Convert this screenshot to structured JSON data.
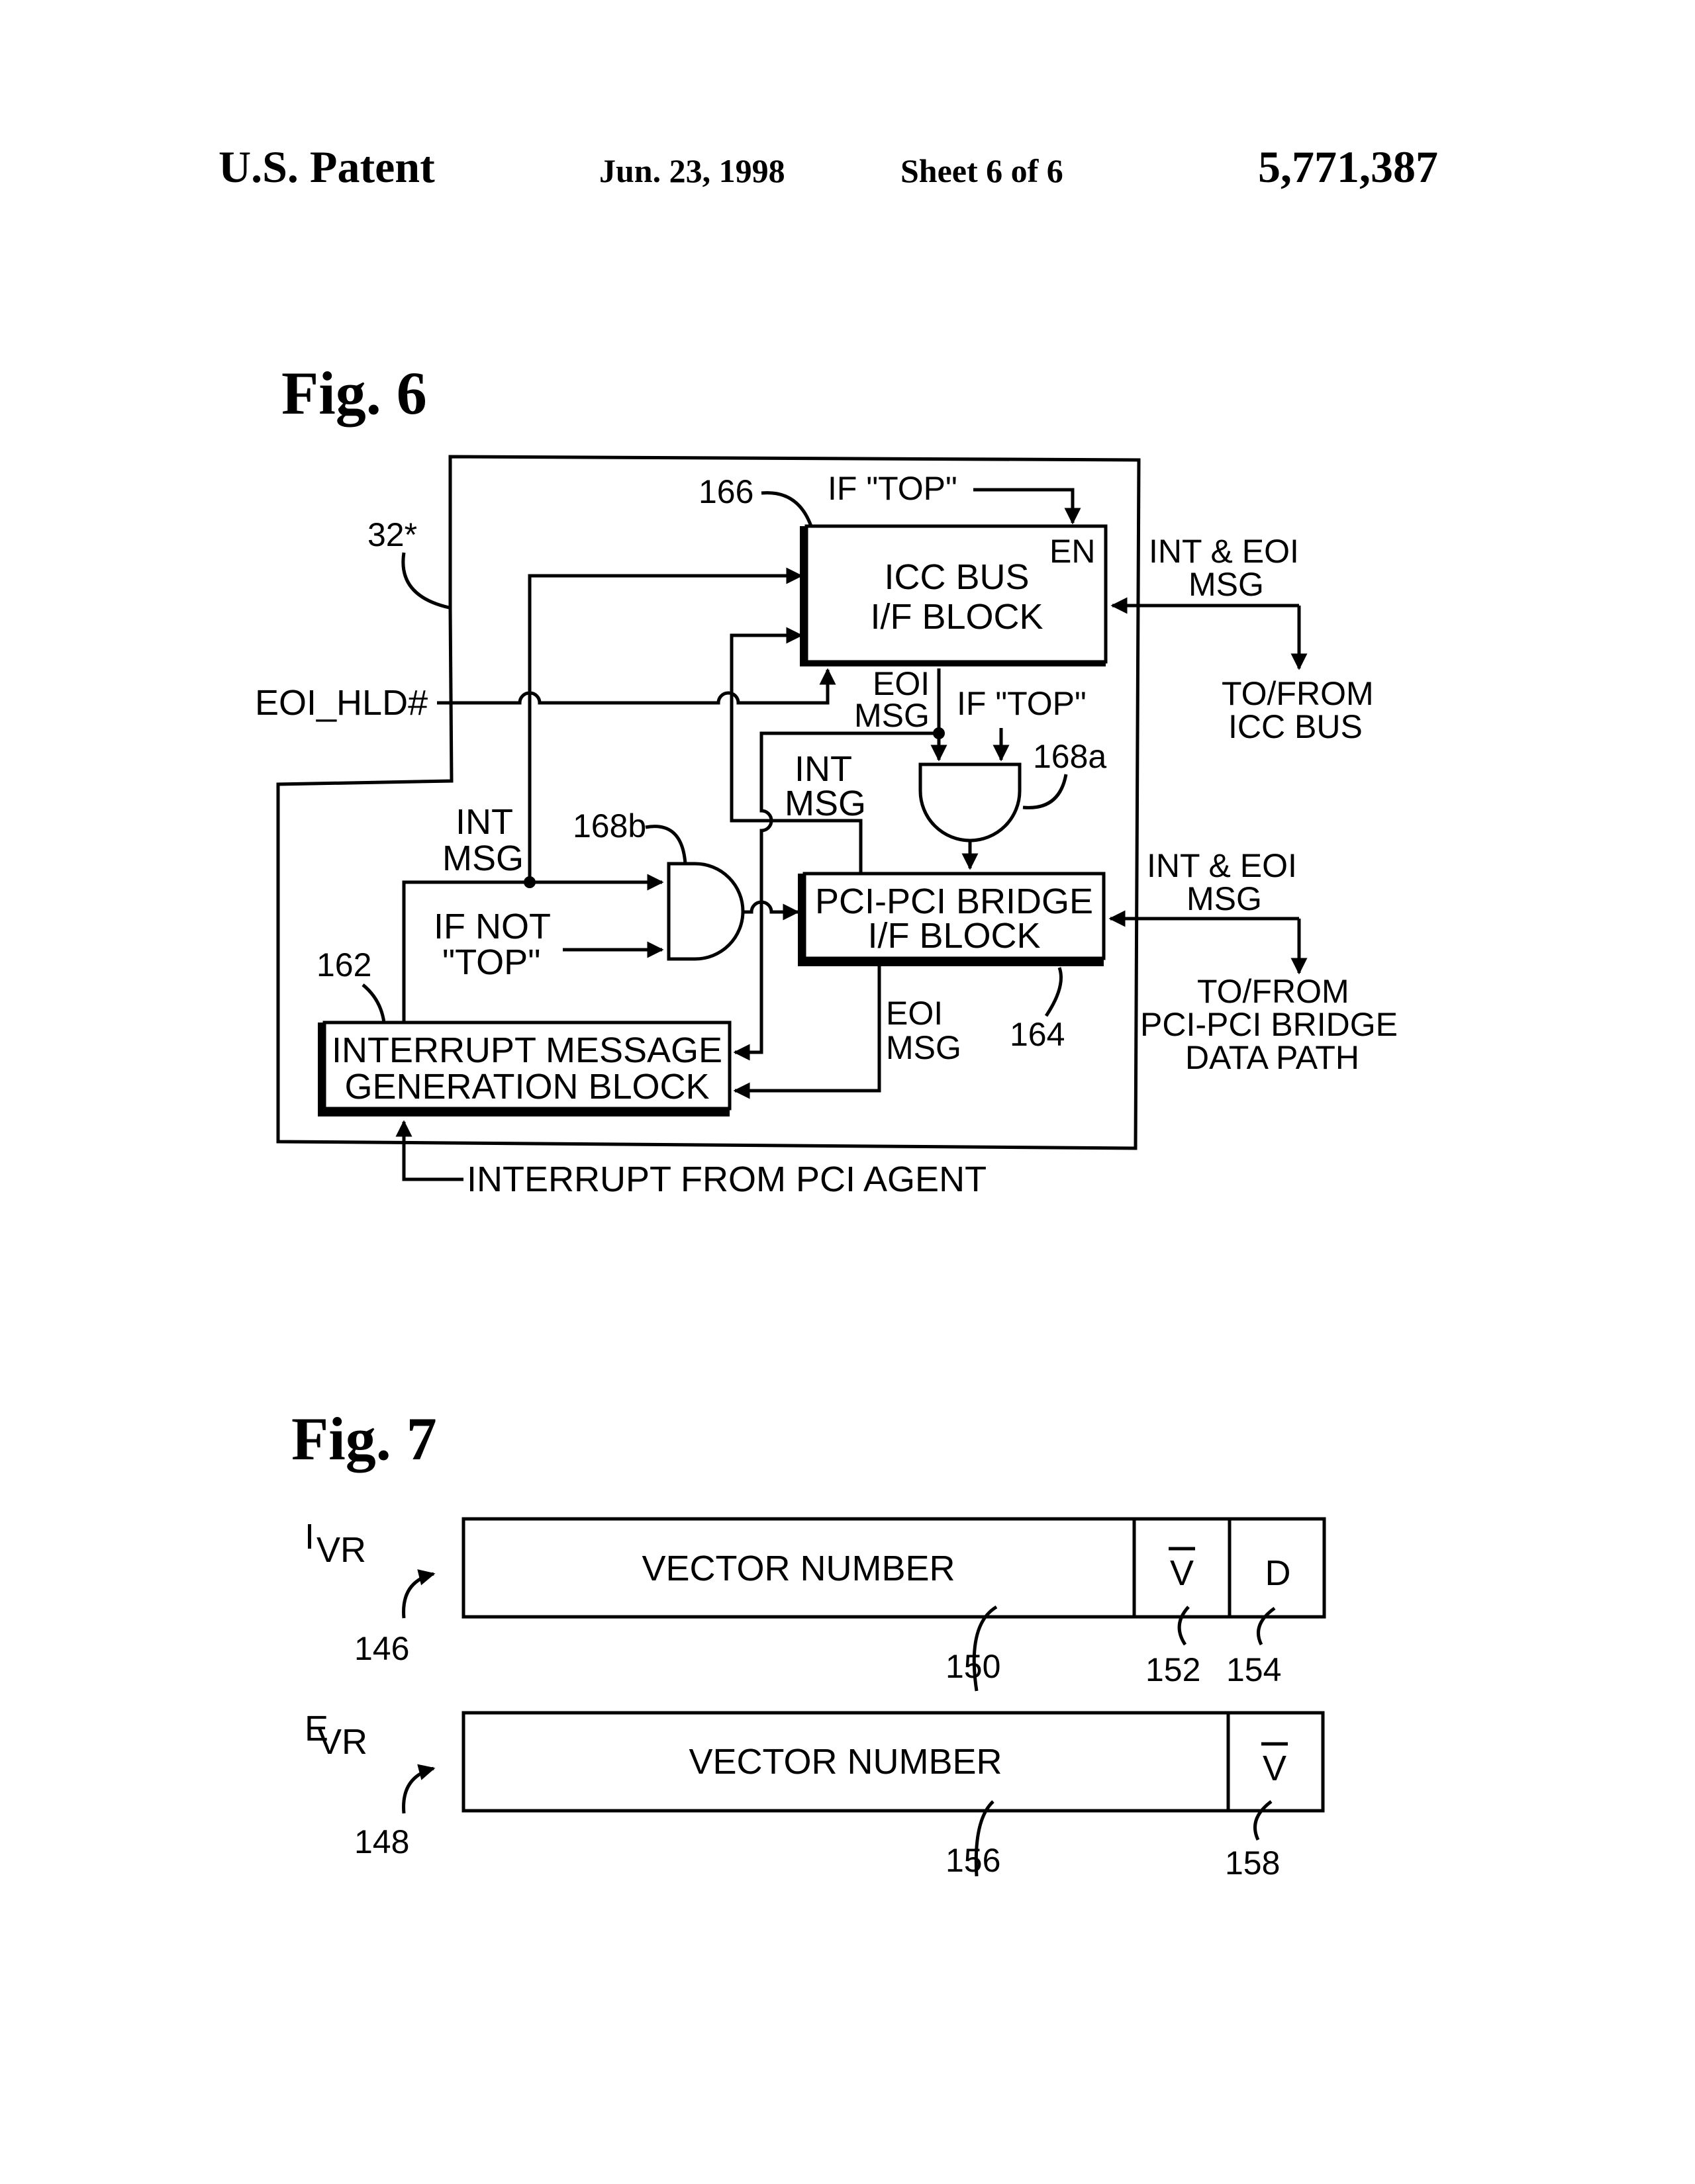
{
  "header": {
    "left": "U.S. Patent",
    "date": "Jun. 23, 1998",
    "sheet": "Sheet 6 of 6",
    "number": "5,771,387"
  },
  "fig6": {
    "title": "Fig. 6",
    "ref_outer": "32*",
    "ref_icc": "166",
    "ref_and_a": "168a",
    "ref_and_b": "168b",
    "ref_imgb": "162",
    "ref_pci": "164",
    "if_top_1": "IF \"TOP\"",
    "if_top_2": "IF \"TOP\"",
    "en": "EN",
    "icc_block": [
      "ICC BUS",
      "I/F  BLOCK"
    ],
    "pci_block": [
      "PCI-PCI BRIDGE",
      "I/F BLOCK"
    ],
    "imgb_block": [
      "INTERRUPT MESSAGE",
      "GENERATION BLOCK"
    ],
    "eoi_hld": "EOI_HLD#",
    "eoi_msg_top": [
      "EOI",
      "MSG"
    ],
    "int_msg_mid": [
      "INT",
      "MSG"
    ],
    "int_msg_left": [
      "INT",
      "MSG"
    ],
    "if_not_top": [
      "IF  NOT",
      "\"TOP\""
    ],
    "eoi_msg_bottom": [
      "EOI",
      "MSG"
    ],
    "int_eoi_msg_1": [
      "INT & EOI",
      "MSG"
    ],
    "to_from_icc": [
      "TO/FROM",
      "ICC BUS"
    ],
    "int_eoi_msg_2": [
      "INT & EOI",
      "MSG"
    ],
    "to_from_pci": [
      "TO/FROM",
      "PCI-PCI BRIDGE",
      "DATA PATH"
    ],
    "interrupt_from": "INTERRUPT FROM PCI AGENT"
  },
  "fig7": {
    "title": "Fig. 7",
    "ivr": {
      "label_main": "I",
      "label_sub": "VR",
      "ref": "146",
      "field_text": "VECTOR NUMBER",
      "field_ref": "150",
      "v_text": "V",
      "v_ref": "152",
      "d_text": "D",
      "d_ref": "154"
    },
    "evr": {
      "label_main": "E",
      "label_sub": "VR",
      "ref": "148",
      "field_text": "VECTOR NUMBER",
      "field_ref": "156",
      "v_text": "V",
      "v_ref": "158"
    }
  }
}
